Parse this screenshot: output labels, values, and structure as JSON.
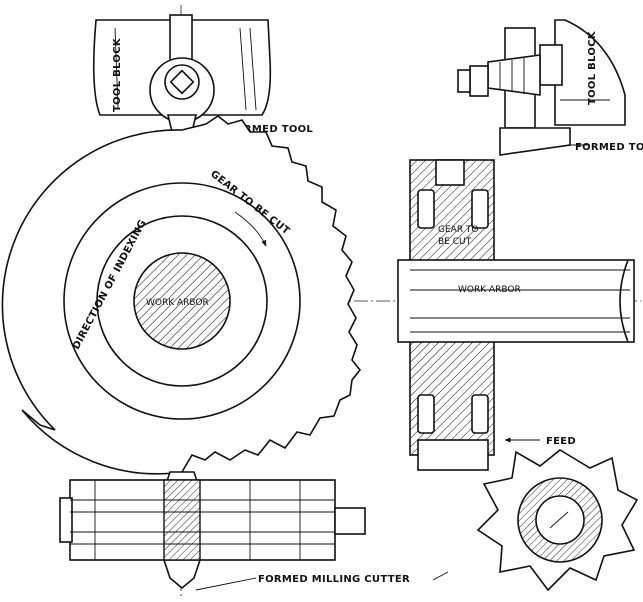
{
  "labels": {
    "tool_block_top": "TOOL BLOCK",
    "tool_block_right": "TOOL BLOCK",
    "formed_tool_top": "FORMED TOOL",
    "formed_tool_right": "FORMED TOOL",
    "gear_to_be_cut": "GEAR TO BE CUT",
    "direction_of_indexing": "DIRECTION OF INDEXING",
    "work_arbor_center": "WORK ARBOR",
    "gear_to_be_cut_section_1": "GEAR TO",
    "gear_to_be_cut_section_2": "BE CUT",
    "work_arbor_section": "WORK ARBOR",
    "feed": "FEED",
    "formed_milling_cutter": "FORMED MILLING CUTTER"
  },
  "icons": [
    "indexing-arrow-icon",
    "feed-arrow-icon",
    "square-nut-icon"
  ]
}
